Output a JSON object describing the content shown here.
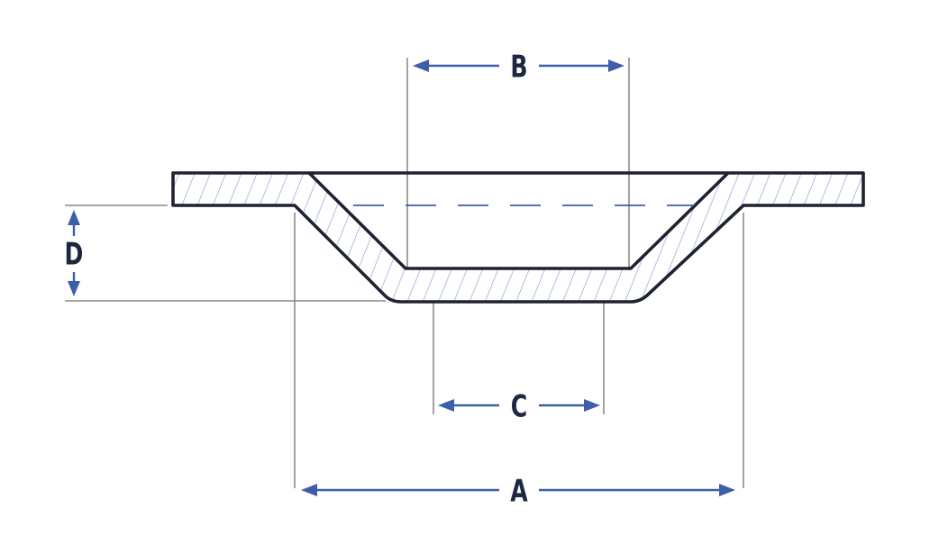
{
  "dimensions": {
    "a": {
      "label": "A"
    },
    "b": {
      "label": "B"
    },
    "c": {
      "label": "C"
    },
    "d": {
      "label": "D"
    }
  },
  "colors": {
    "outline": "#1f2232",
    "hatch": "#b3bde0",
    "dimension": "#3f5ea8",
    "extension": "#8a8a8a",
    "label": "#1e2740"
  }
}
